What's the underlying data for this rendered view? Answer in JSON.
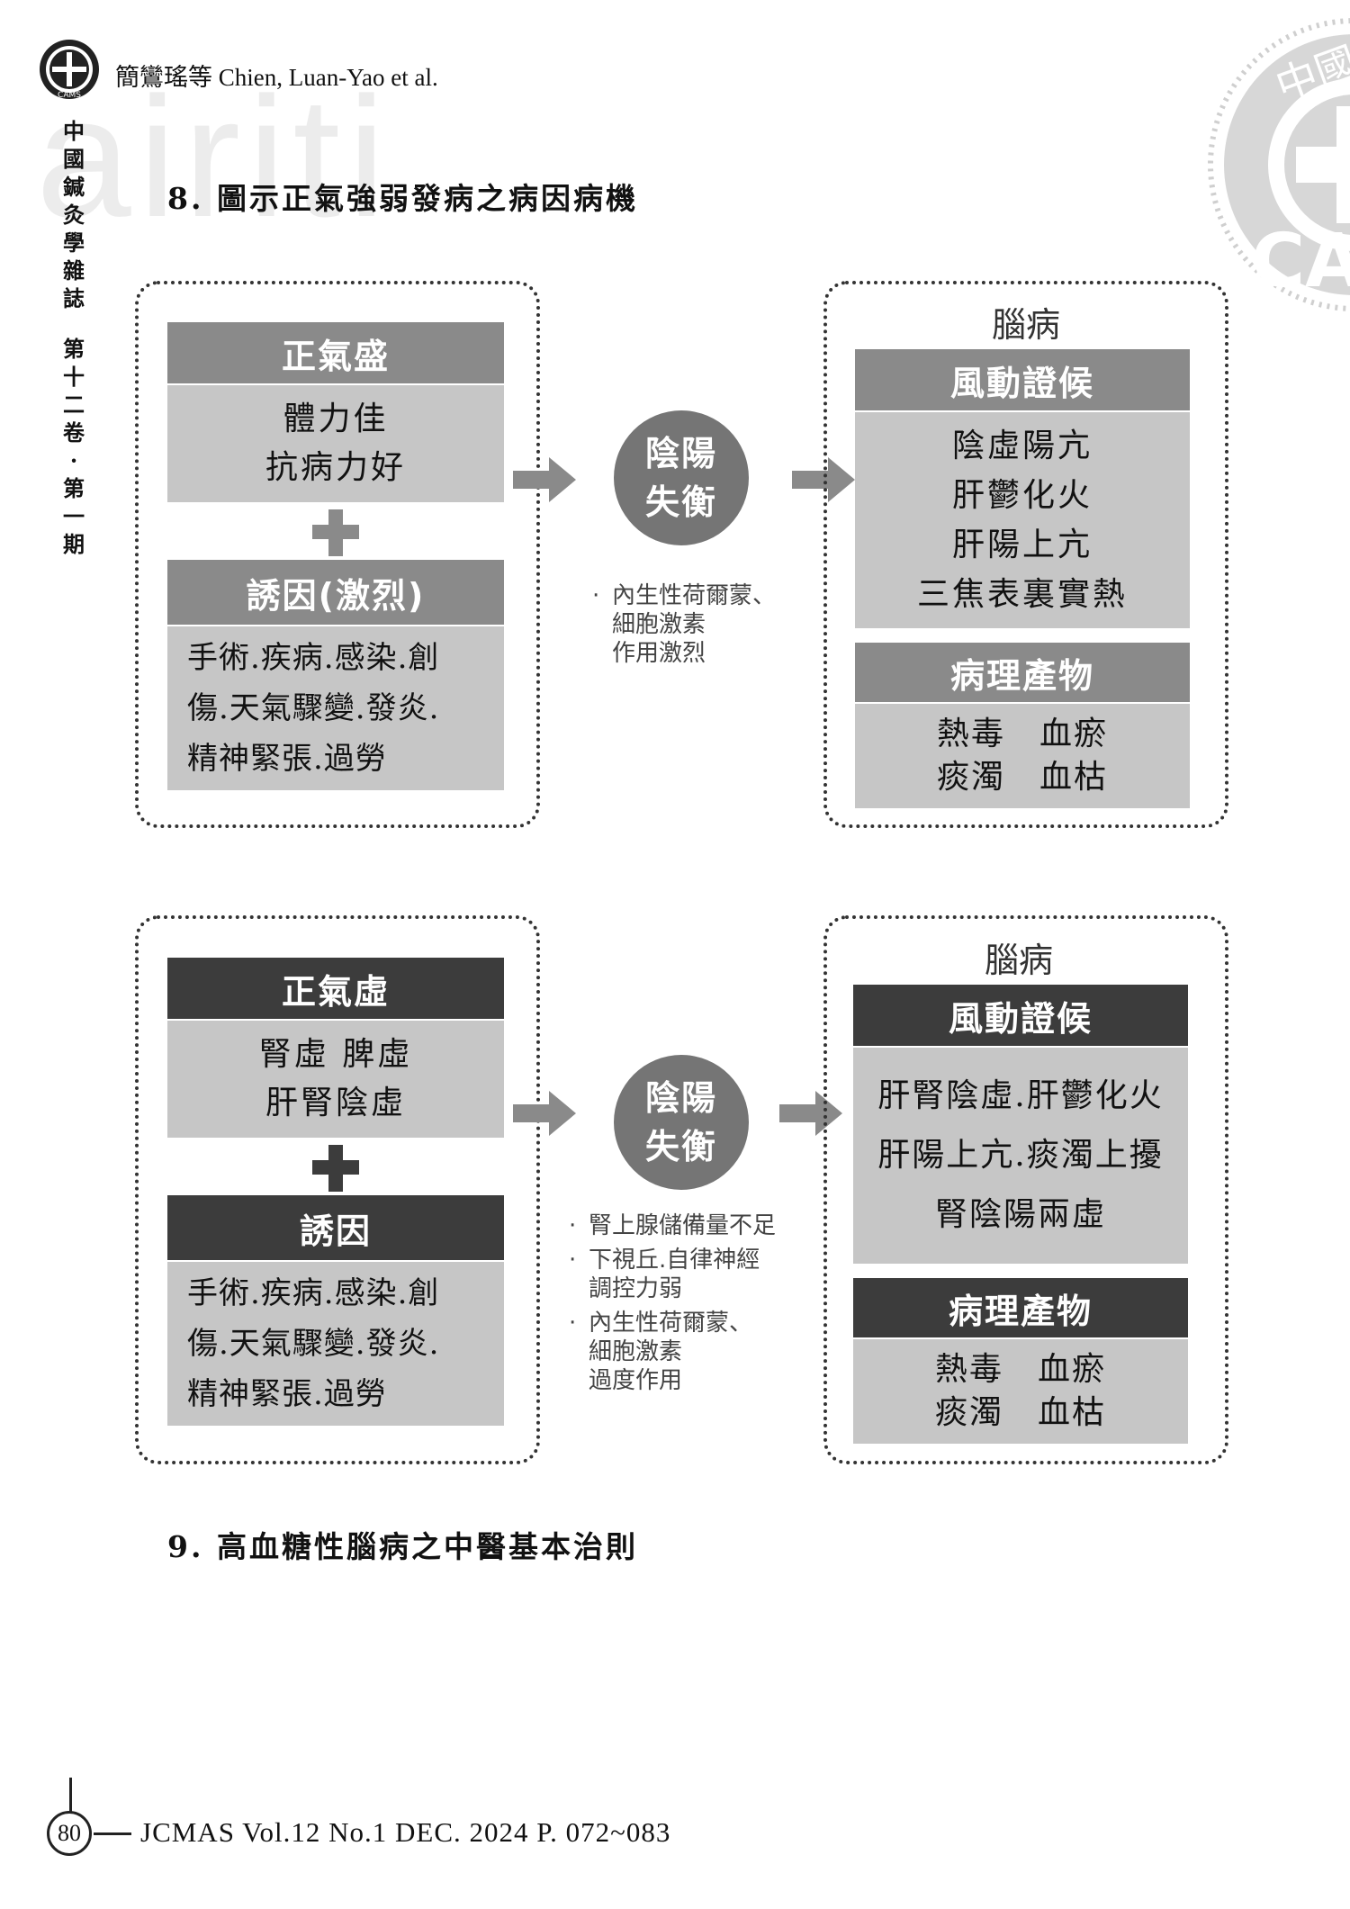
{
  "header": {
    "author": "簡鸞瑤等 Chien, Luan-Yao et al.",
    "watermark": "airiti",
    "logo_text": "CAMS",
    "seal_text": "中國鍼",
    "seal_letters": "CA"
  },
  "sidebar": {
    "journal": [
      "中",
      "國",
      "鍼",
      "灸",
      "學",
      "雜",
      "誌"
    ],
    "volume": [
      "第",
      "十",
      "二",
      "卷",
      "·",
      "第",
      "一",
      "期"
    ]
  },
  "section8": {
    "title": "8. 圖示正氣強弱發病之病因病機"
  },
  "diagram1": {
    "left_header": "正氣盛",
    "left_body": [
      "體力佳",
      "抗病力好"
    ],
    "cause_header": "誘因(激烈)",
    "cause_body": [
      "手術.疾病.感染.創",
      "傷.天氣驟變.發炎.",
      "精神緊張.過勞"
    ],
    "circle": [
      "陰陽",
      "失衡"
    ],
    "notes": [
      "內生性荷爾蒙、\n細胞激素\n作用激烈"
    ],
    "brain_label": "腦病",
    "syndrome_header": "風動證候",
    "syndrome_body": [
      "陰虛陽亢",
      "肝鬱化火",
      "肝陽上亢",
      "三焦表裏實熱"
    ],
    "product_header": "病理產物",
    "product_body": [
      "熱毒　血瘀",
      "痰濁　血枯"
    ]
  },
  "diagram2": {
    "left_header": "正氣虛",
    "left_body": [
      "腎虛 脾虛",
      "肝腎陰虛"
    ],
    "cause_header": "誘因",
    "cause_body": [
      "手術.疾病.感染.創",
      "傷.天氣驟變.發炎.",
      "精神緊張.過勞"
    ],
    "circle": [
      "陰陽",
      "失衡"
    ],
    "notes": [
      "腎上腺儲備量不足",
      "下視丘.自律神經\n調控力弱",
      "內生性荷爾蒙、\n細胞激素\n過度作用"
    ],
    "brain_label": "腦病",
    "syndrome_header": "風動證候",
    "syndrome_body": [
      "肝腎陰虛.肝鬱化火",
      "肝陽上亢.痰濁上擾",
      "腎陰陽兩虛"
    ],
    "product_header": "病理產物",
    "product_body": [
      "熱毒　血瘀",
      "痰濁　血枯"
    ]
  },
  "section9": {
    "title": "9. 高血糖性腦病之中醫基本治則"
  },
  "footer": {
    "page_number": "80",
    "citation": "JCMAS  Vol.12  No.1  DEC. 2024  P. 072~083"
  },
  "colors": {
    "light_header": "#8a8a8a",
    "dark_header": "#3c3c3c",
    "body_fill": "#c6c6c6",
    "circle_fill": "#757575"
  }
}
